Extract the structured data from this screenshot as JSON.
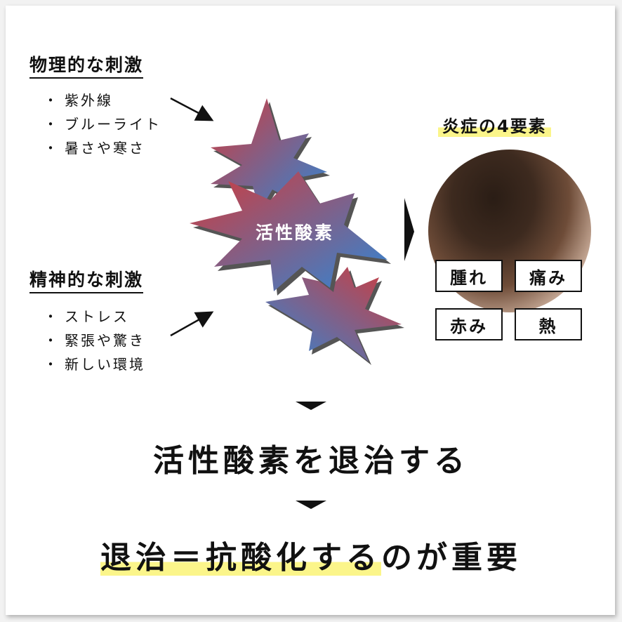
{
  "physical": {
    "heading": "物理的な刺激",
    "items": [
      "紫外線",
      "ブルーライト",
      "暑さや寒さ"
    ]
  },
  "mental": {
    "heading": "精神的な刺激",
    "items": [
      "ストレス",
      "緊張や驚き",
      "新しい環境"
    ]
  },
  "center": {
    "label": "活性酸素",
    "gradient": {
      "from": "#d23a3a",
      "to": "#2f86d6"
    },
    "shadow": "#555555"
  },
  "inflammation": {
    "title": "炎症の4要素",
    "highlight_color": "#fbf58a",
    "elements": [
      "腫れ",
      "痛み",
      "赤み",
      "熱"
    ]
  },
  "conclusion": {
    "step1": "活性酸素を退治する",
    "step2_highlighted": "退治＝抗酸化する",
    "step2_rest": "のが重要"
  }
}
